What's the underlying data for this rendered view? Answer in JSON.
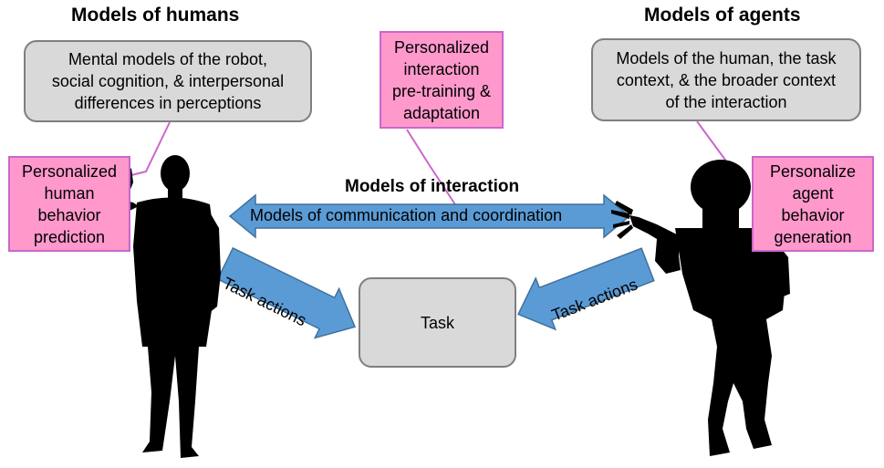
{
  "headings": {
    "humans": "Models of humans",
    "agents": "Models of agents",
    "interaction": "Models of interaction"
  },
  "boxes": {
    "human_mental": [
      "Mental models of the robot,",
      "social cognition, & interpersonal",
      "differences in perceptions"
    ],
    "agent_models": [
      "Models of the human, the task",
      "context, & the broader context",
      "of the interaction"
    ],
    "pretraining": [
      "Personalized",
      "interaction",
      "pre-training &",
      "adaptation"
    ],
    "human_prediction": [
      "Personalized",
      "human",
      "behavior",
      "prediction"
    ],
    "agent_generation": [
      "Personalize",
      "agent",
      "behavior",
      "generation"
    ],
    "task": "Task"
  },
  "arrows": {
    "communication": "Models of communication and coordination",
    "task_actions_left": "Task actions",
    "task_actions_right": "Task actions"
  },
  "colors": {
    "gray_fill": "#d9d9d9",
    "gray_border": "#7f7f7f",
    "pink_fill": "#ff99cc",
    "pink_border": "#cc66cc",
    "arrow_fill": "#5b9bd5",
    "arrow_border": "#41719c",
    "silhouette": "#000000"
  },
  "icons": {
    "human": "human-silhouette-icon",
    "robot": "robot-silhouette-icon"
  }
}
